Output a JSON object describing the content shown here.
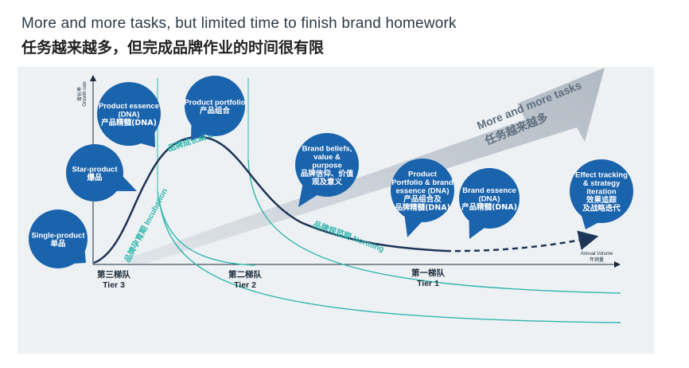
{
  "title": {
    "en": "More and more tasks, but limited time to finish brand homework",
    "zh": "任务越来越多，但完成品牌作业的时间很有限"
  },
  "axes": {
    "y_label_en": "Growth rate",
    "y_label_zh": "增长率",
    "x_label_en": "Annual Volume",
    "x_label_zh": "年销量"
  },
  "band": {
    "label_en": "More and more tasks",
    "label_zh": "任务越来越多"
  },
  "phases": {
    "growth": "品牌成长期 Growth",
    "incubation": "品牌孕育期 Incubation",
    "norming": "品牌规范期 Norming"
  },
  "tiers": [
    {
      "zh": "第三梯队",
      "en": "Tier 3"
    },
    {
      "zh": "第二梯队",
      "en": "Tier 2"
    },
    {
      "zh": "第一梯队",
      "en": "Tier 1"
    }
  ],
  "bubbles": [
    {
      "lines": [
        "Single-product",
        "单品"
      ]
    },
    {
      "lines": [
        "Star-product",
        "爆品"
      ]
    },
    {
      "lines": [
        "Product essence",
        "(DNA)",
        "产品精髓(DNA)"
      ]
    },
    {
      "lines": [
        "Product portfolio",
        "产品组合"
      ]
    },
    {
      "lines": [
        "Brand beliefs,",
        "value &",
        "purpose",
        "品牌信仰、价值",
        "观及意义"
      ]
    },
    {
      "lines": [
        "Product",
        "Portfolio & brand",
        "essence (DNA)",
        "产品组合及",
        "品牌精髓(DNA)"
      ]
    },
    {
      "lines": [
        "Brand essence",
        "(DNA)",
        "产品精髓(DNA)"
      ]
    },
    {
      "lines": [
        "Effect tracking",
        "& strategy",
        "iteration",
        "效果追踪",
        "及战略迭代"
      ]
    }
  ],
  "colors": {
    "bubble": "#1a63ad",
    "curve": "#1d3557",
    "teal": "#2fb6ad",
    "band": "#b9c2cc",
    "panel": "#eef1f4"
  }
}
